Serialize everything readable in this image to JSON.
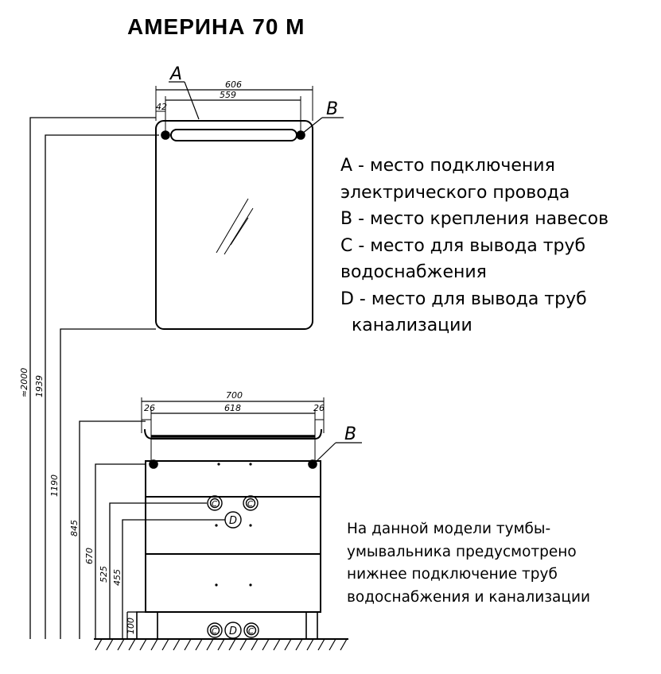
{
  "title": "АМЕРИНА 70 М",
  "legend": [
    "A - место подключения",
    "электрического провода",
    "B - место крепления навесов",
    "C - место для вывода труб",
    "водоснабжения",
    "D - место для вывода труб",
    "канализации"
  ],
  "note": [
    "На данной модели тумбы-",
    "умывальника предусмотрено",
    "нижнее подключение труб",
    "водоснабжения и канализации"
  ],
  "dimensions": {
    "mirror_width": "606",
    "mirror_hole_span": "559",
    "mirror_offset": "42",
    "cabinet_width": "700",
    "cabinet_hole_span": "618",
    "cabinet_offset_left": "26",
    "cabinet_offset_right": "26",
    "height_total": "≈2000",
    "height_mirror_holes": "1939",
    "height_mirror_bottom": "1190",
    "height_cabinet_holes": "845",
    "height_c_outlets": "670",
    "height_c_line": "525",
    "height_d_outlet": "455",
    "height_legs": "100"
  },
  "markers": {
    "a": "A",
    "b_mirror": "B",
    "b_cabinet": "B",
    "c": "C",
    "d": "D"
  }
}
